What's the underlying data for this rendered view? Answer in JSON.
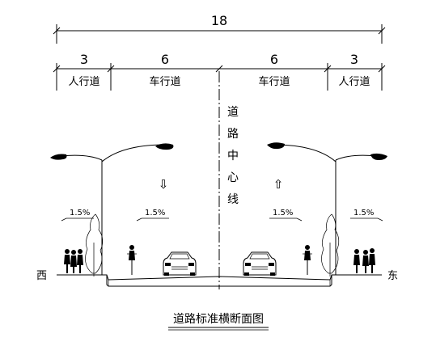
{
  "dimensions": {
    "total": "18",
    "segments": [
      {
        "width": "3",
        "label": "人行道"
      },
      {
        "width": "6",
        "label": "车行道"
      },
      {
        "width": "6",
        "label": "车行道"
      },
      {
        "width": "3",
        "label": "人行道"
      }
    ]
  },
  "centerline_label": [
    "道",
    "路",
    "中",
    "心",
    "线"
  ],
  "slopes": [
    "1.5%",
    "1.5%",
    "1.5%",
    "1.5%"
  ],
  "arrows": {
    "left_lane": "⇩",
    "right_lane": "⇧"
  },
  "sides": {
    "west": "西",
    "east": "东"
  },
  "title": "道路标准横断面图",
  "icons": [
    "street-lamp-icon",
    "tree-icon",
    "car-icon",
    "cyclist-icon",
    "pedestrian-icon"
  ]
}
